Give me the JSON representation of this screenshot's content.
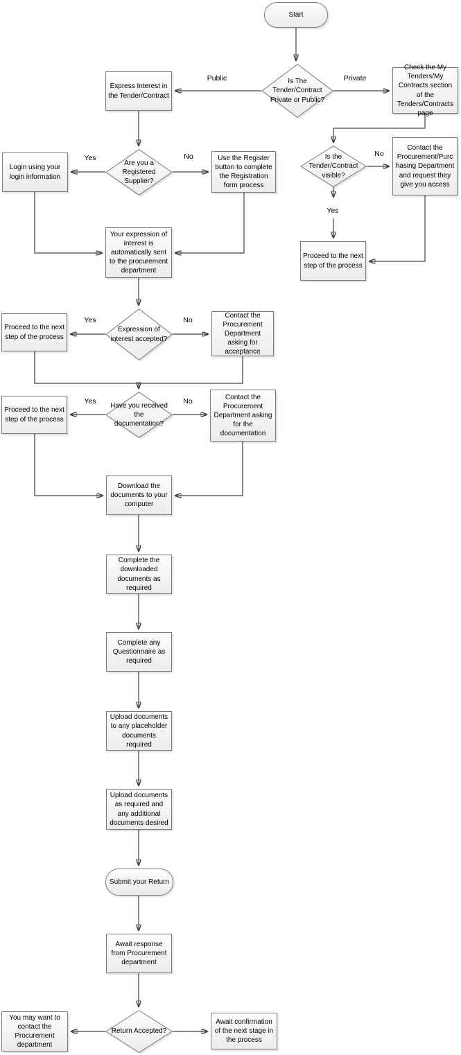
{
  "nodes": {
    "start": "Start",
    "private_or_public": "Is The Tender/Contract Private or Public?",
    "express_interest": "Express Interest in the Tender/Contract",
    "check_my_tenders": "Check the My Tenders/My Contracts section of the Tenders/Contracts page",
    "registered_supplier": "Are you a Registered Supplier?",
    "login": "Login using your login information",
    "register": "Use the Register button to complete the Registration form process",
    "tender_visible": "Is the Tender/Contract visible?",
    "contact_access": "Contact the Procurement/Purchasing Department and request they give you access",
    "proceed_next_right": "Proceed to the next step of the process",
    "expression_sent": "Your expression of interest is automatically sent to the procurement department",
    "expression_accepted": "Expression of interest accepted?",
    "proceed_next_1": "Proceed to the next step of the process",
    "contact_acceptance": "Contact the Procurement Department asking for acceptance",
    "received_documentation": "Have you received the documentation?",
    "proceed_next_2": "Proceed to the next step of the process",
    "contact_documentation": "Contact the Procurement Department asking for the documentation",
    "download_documents": "Download the documents to your computer",
    "complete_downloaded": "Complete the downloaded documents as required",
    "complete_questionnaire": "Complete any Questionnaire as required",
    "upload_placeholder": "Upload documents to any placeholder documents required",
    "upload_additional": "Upload documents as required and any additional documents desired",
    "submit_return": "Submit your Return",
    "await_response": "Await response from Procurement department",
    "return_accepted": "Return Accepted?",
    "contact_procurement_final": "You may want to contact the Procurement department",
    "await_confirmation": "Await confirmation of the next stage in the process"
  },
  "edge_labels": {
    "public": "Public",
    "private": "Private",
    "registered_yes": "Yes",
    "registered_no": "No",
    "visible_no": "No",
    "visible_yes": "Yes",
    "expression_yes": "Yes",
    "expression_no": "No",
    "docs_yes": "Yes",
    "docs_no": "No"
  },
  "colors": {
    "box_border": "#7a7a7a",
    "box_fill_top": "#fdfdfd",
    "box_fill_bottom": "#ececec",
    "connector": "#404040",
    "text": "#000000"
  }
}
